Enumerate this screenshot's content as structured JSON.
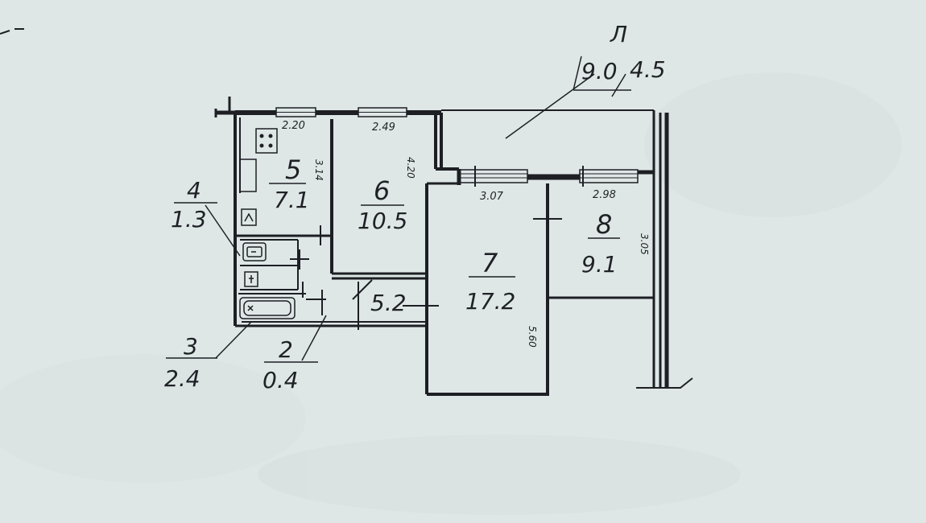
{
  "rooms": [
    {
      "number": "5",
      "area": "7.1"
    },
    {
      "number": "6",
      "area": "10.5"
    },
    {
      "number": "7",
      "area": "17.2"
    },
    {
      "number": "8",
      "area": "9.1"
    },
    {
      "number": "4",
      "area": "1.3"
    },
    {
      "number": "3",
      "area": "2.4"
    },
    {
      "number": "2",
      "area": "0.4"
    }
  ],
  "hall_area": "5.2",
  "loggia": {
    "label": "Л",
    "area": "9.0",
    "area2": "4.5"
  },
  "dimensions": {
    "room5_width": "2.20",
    "room5_depth": "3.14",
    "room6_width": "2.49",
    "room6_depth": "4.20",
    "room7_width": "3.07",
    "room7_depth": "5.60",
    "room8_width": "2.98",
    "room8_depth": "3.05"
  }
}
